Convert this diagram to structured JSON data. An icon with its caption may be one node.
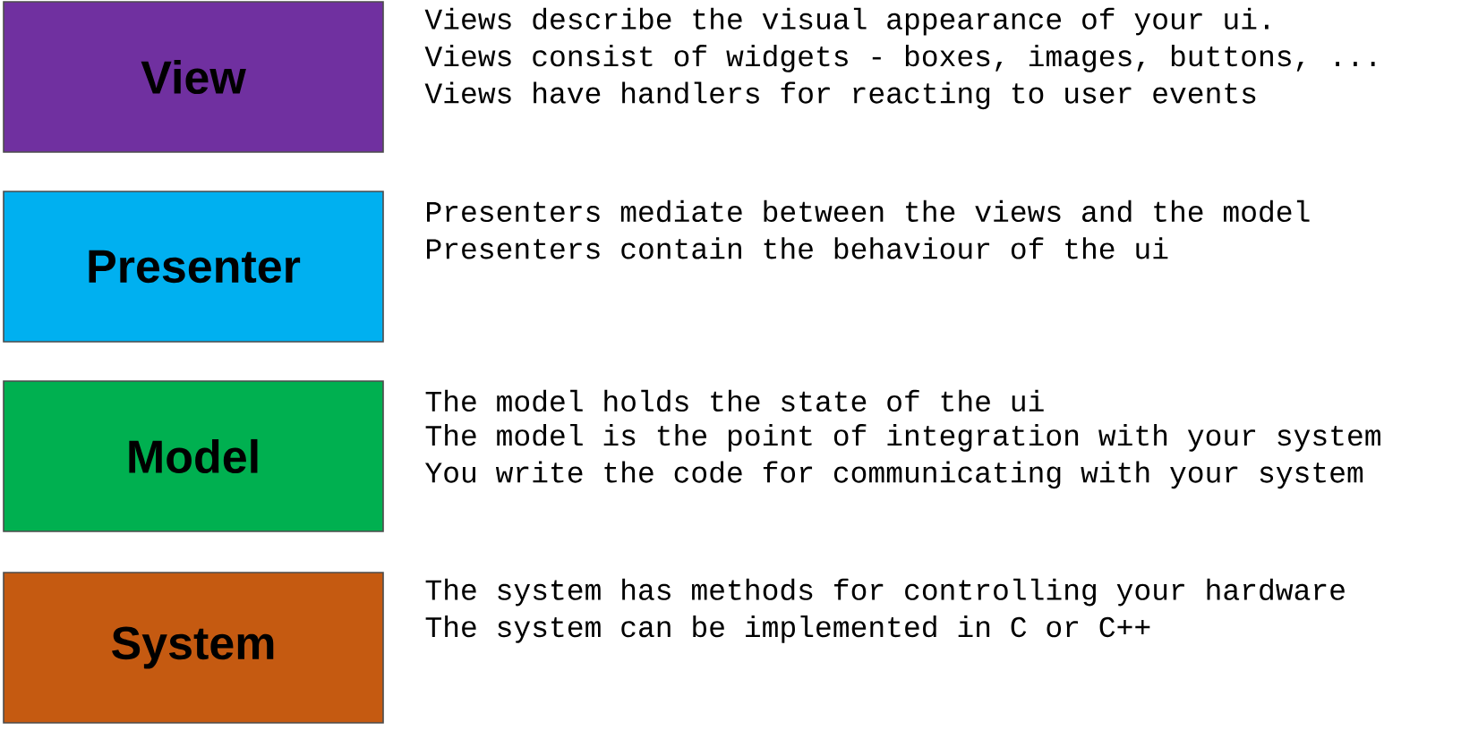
{
  "diagram": {
    "nodes": [
      {
        "text": [
          "View"
        ],
        "beside": [
          "Views describe the visual appearance of your ui.",
          "Views consist of widgets - boxes, images, buttons, ...",
          "Views have handlers for reacting to user events"
        ]
      },
      {
        "text": [
          "Presenter"
        ],
        "beside": [
          "Presenters mediate between the views and the model",
          "Presenters contain the behaviour of the ui"
        ]
      },
      {
        "text": [
          "Model"
        ],
        "beside": [
          "The model holds the state of the ui",
          "The model is the point of integration with your system",
          "You write the code for communicating with your system"
        ]
      },
      {
        "text": [
          "System"
        ],
        "beside": [
          "The system has methods for controlling your hardware",
          "The system can be implemented in C or C++"
        ]
      }
    ]
  }
}
